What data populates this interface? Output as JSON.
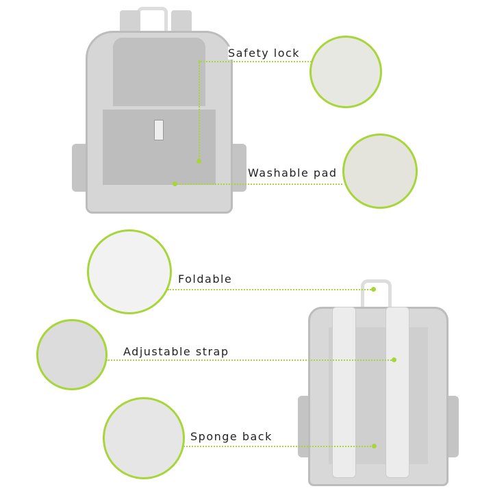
{
  "features": [
    {
      "label": "Safety lock"
    },
    {
      "label": "Washable pad"
    },
    {
      "label": "Foldable"
    },
    {
      "label": "Adjustable strap"
    },
    {
      "label": "Sponge back"
    }
  ],
  "colors": {
    "accent": "#a6d63a",
    "fabric": "#cfcfcf",
    "mesh": "#bdbdbd"
  }
}
